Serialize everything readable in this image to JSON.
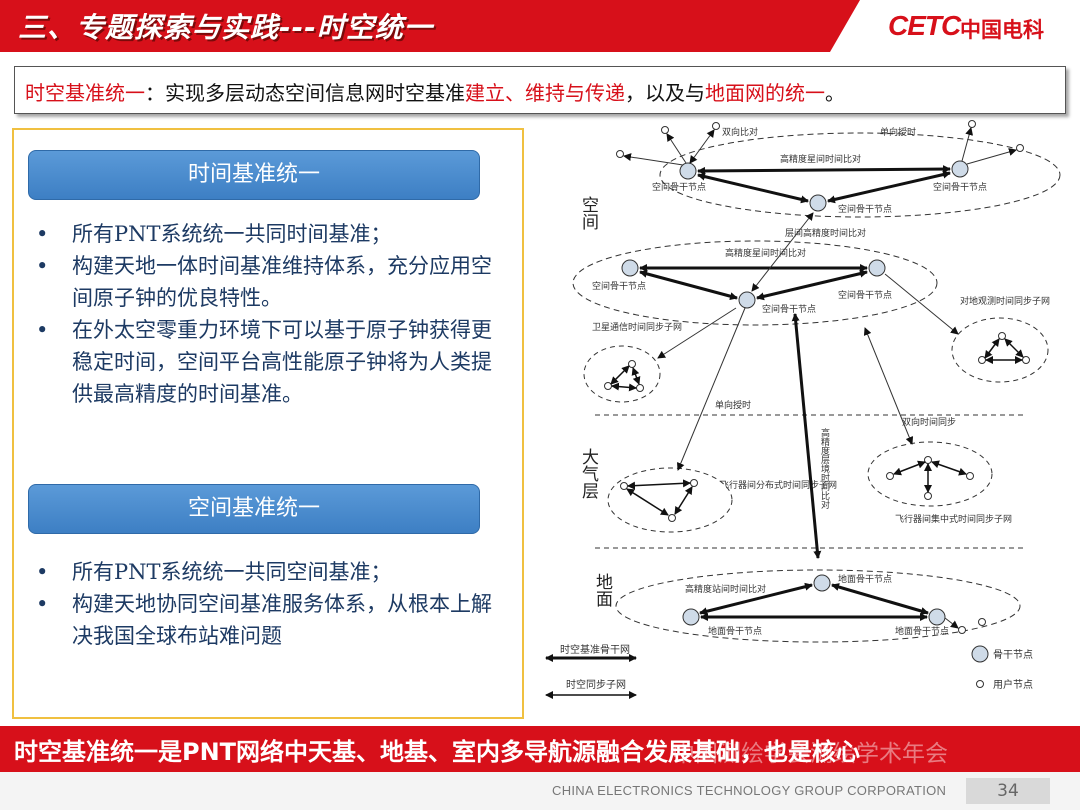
{
  "header": {
    "title": "三、专题探索与实践---时空统一",
    "logo_mark": "CETC",
    "logo_text": "中国电科"
  },
  "subtitle": {
    "part1": "时空基准统一",
    "part2": "：实现多层动态空间信息网时空基准",
    "part3": "建立、维持与传递",
    "part4": "，以及与",
    "part5": "地面网的统一",
    "part6": "。"
  },
  "time_section": {
    "heading": "时间基准统一",
    "bullets": [
      "所有PNT系统统一共同时间基准；",
      "构建天地一体时间基准维持体系，充分应用空间原子钟的优良特性。",
      "在外太空零重力环境下可以基于原子钟获得更稳定时间，空间平台高性能原子钟将为人类提供最高精度的时间基准。"
    ]
  },
  "space_section": {
    "heading": "空间基准统一",
    "bullets": [
      "所有PNT系统统一共同空间基准；",
      "构建天地协同空间基准服务体系，从根本上解决我国全球布站难问题"
    ]
  },
  "diagram": {
    "layers": {
      "space": "空间",
      "atmosphere": "大气层",
      "ground": "地面"
    },
    "labels": {
      "two_way_compare": "双向比对",
      "one_way_timing": "单向授时",
      "high_precision_inter_sat": "高精度星间时间比对",
      "space_backbone_node": "空间骨干节点",
      "inter_layer_compare": "层间高精度时间比对",
      "sat_comm_subnet": "卫星通信时间同步子网",
      "ground_obs_subnet": "对地观测时间同步子网",
      "one_way_timing_2": "单向授时",
      "two_way_sync": "双向时间同步",
      "vertical_compare": "高精度层境时间比对",
      "aircraft_distributed": "飞行器间分布式时间同步子网",
      "aircraft_centralized": "飞行器间集中式时间同步子网",
      "ground_backbone_node": "地面骨干节点",
      "ground_station_compare": "高精度站间时间比对"
    },
    "legend": {
      "backbone_net": "时空基准骨干网",
      "sync_subnet": "时空同步子网",
      "backbone_node": "骨干节点",
      "user_node": "用户节点"
    }
  },
  "banner": {
    "text": "时空基准统一是PNT网络中天基、地基、室内多导航源融合发展基础，也是核心",
    "watermark": "中国测绘学会测绘学术年会"
  },
  "footer": {
    "corporation": "CHINA ELECTRONICS TECHNOLOGY GROUP CORPORATION",
    "page_number": "34"
  }
}
